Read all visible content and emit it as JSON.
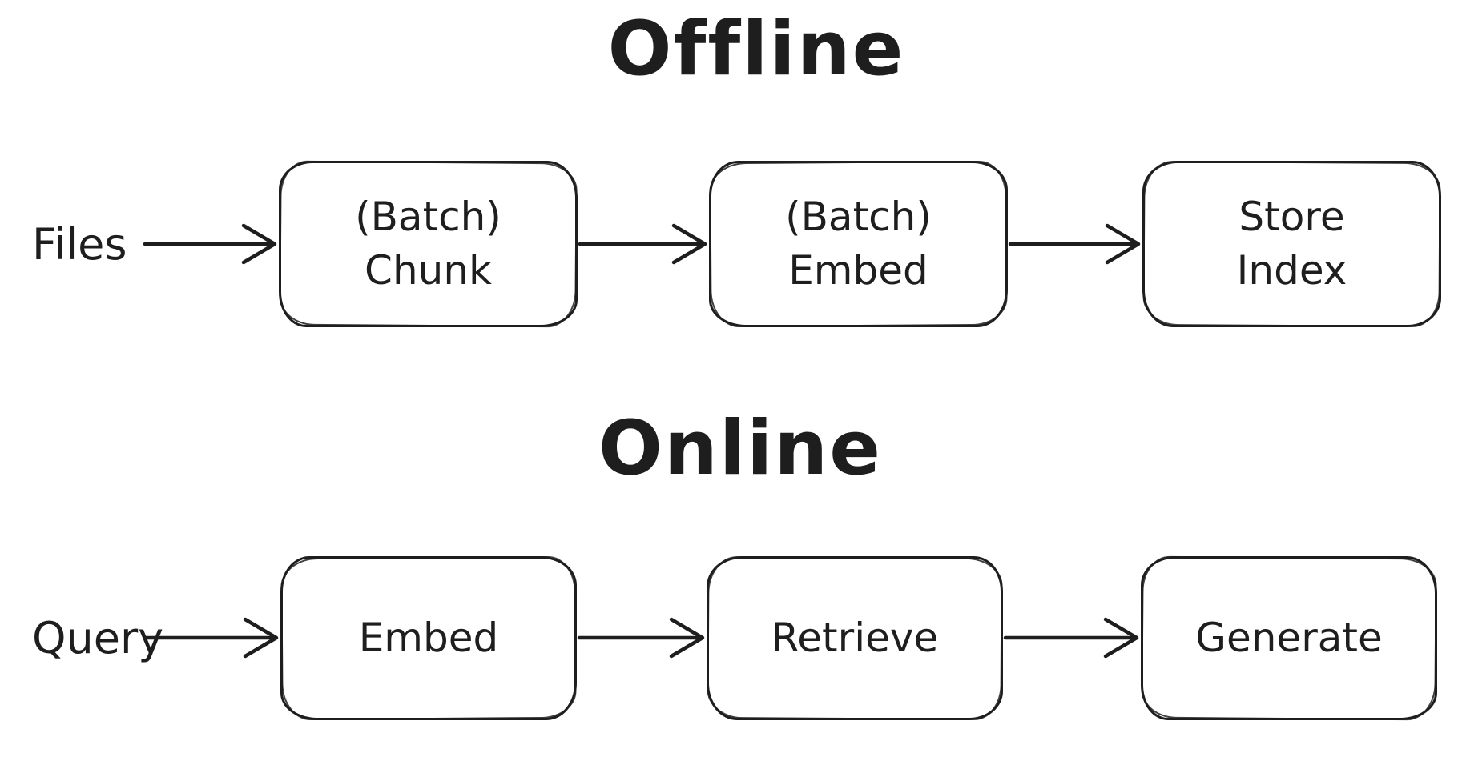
{
  "diagram": {
    "type": "flowchart",
    "style": "hand-drawn",
    "colors": {
      "ink": "#1e1e1e",
      "background": "#ffffff"
    },
    "sections": [
      {
        "title": "Offline",
        "input_label": "Files",
        "nodes": [
          {
            "lines": [
              "(Batch)",
              "Chunk"
            ]
          },
          {
            "lines": [
              "(Batch)",
              "Embed"
            ]
          },
          {
            "lines": [
              "Store",
              "Index"
            ]
          }
        ]
      },
      {
        "title": "Online",
        "input_label": "Query",
        "nodes": [
          {
            "lines": [
              "Embed"
            ]
          },
          {
            "lines": [
              "Retrieve"
            ]
          },
          {
            "lines": [
              "Generate"
            ]
          }
        ]
      }
    ]
  }
}
